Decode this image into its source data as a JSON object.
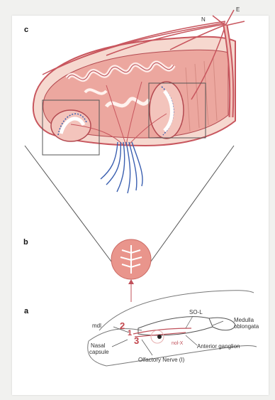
{
  "panels": {
    "a": "a",
    "b": "b",
    "c": "c"
  },
  "nerve_letters": {
    "n": "N",
    "e": "E"
  },
  "labels": {
    "mdl": "mdl",
    "sol": "SO-L",
    "medulla": "Medulla",
    "oblongata": "oblongata",
    "nasal": "Nasal",
    "capsule": "capsule",
    "anterior_ganglion": "Anterior ganglion",
    "olfactory_nerve": "Olfactory Nerve (I)",
    "red_small": "nol-X"
  },
  "numbers": {
    "n2": "2",
    "n1": "1",
    "n3": "3"
  },
  "colors": {
    "tissue": "#e39a91",
    "tissue_dark": "#c8565e",
    "nerve_blue": "#3a5fb0",
    "frame_gray": "#555555"
  }
}
